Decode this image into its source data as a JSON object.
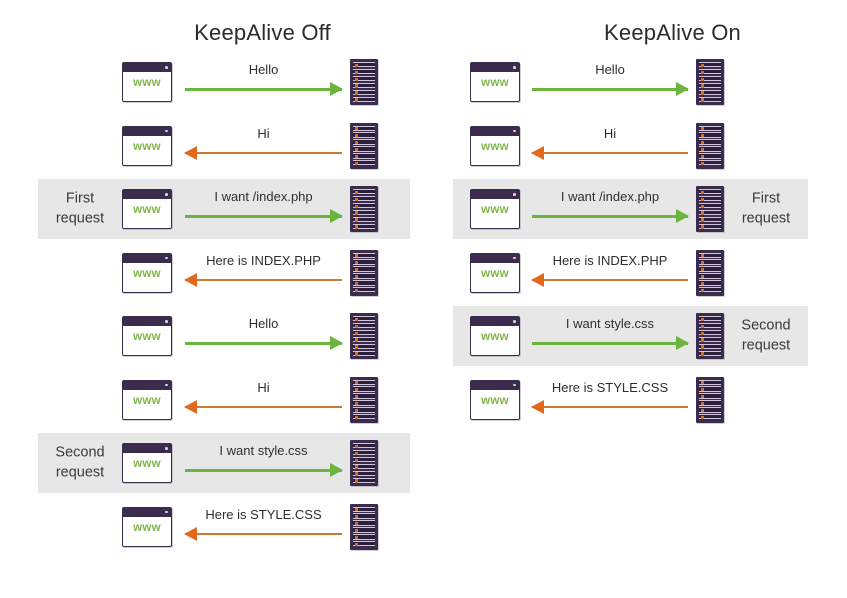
{
  "diagram": {
    "title_left": "KeepAlive Off",
    "title_right": "KeepAlive On",
    "colors": {
      "green_arrow": "#6cb33f",
      "orange_arrow": "#cc7a2e",
      "orange_arrow_head": "#e0691f",
      "server_purple": "#3b2c4d",
      "server_led": "#d2702a",
      "browser_www": "#7fb54a",
      "band_gray": "#e7e7e7",
      "text": "#2e2e2e",
      "background": "#ffffff"
    },
    "browser_label": "www",
    "labels": {
      "first_request": "First\nrequest",
      "second_request": "Second\nrequest"
    }
  },
  "left_column": {
    "title": "KeepAlive Off",
    "label_side": "left",
    "rows": [
      {
        "message": "Hello",
        "direction": "right",
        "color": "green",
        "highlighted": false,
        "label": ""
      },
      {
        "message": "Hi",
        "direction": "left",
        "color": "orange",
        "highlighted": false,
        "label": ""
      },
      {
        "message": "I want /index.php",
        "direction": "right",
        "color": "green",
        "highlighted": true,
        "label": "First\nrequest"
      },
      {
        "message": "Here is INDEX.PHP",
        "direction": "left",
        "color": "orange",
        "highlighted": false,
        "label": ""
      },
      {
        "message": "Hello",
        "direction": "right",
        "color": "green",
        "highlighted": false,
        "label": ""
      },
      {
        "message": "Hi",
        "direction": "left",
        "color": "orange",
        "highlighted": false,
        "label": ""
      },
      {
        "message": "I want style.css",
        "direction": "right",
        "color": "green",
        "highlighted": true,
        "label": "Second\nrequest"
      },
      {
        "message": "Here is STYLE.CSS",
        "direction": "left",
        "color": "orange",
        "highlighted": false,
        "label": ""
      }
    ]
  },
  "right_column": {
    "title": "KeepAlive On",
    "label_side": "right",
    "rows": [
      {
        "message": "Hello",
        "direction": "right",
        "color": "green",
        "highlighted": false,
        "label": ""
      },
      {
        "message": "Hi",
        "direction": "left",
        "color": "orange",
        "highlighted": false,
        "label": ""
      },
      {
        "message": "I want /index.php",
        "direction": "right",
        "color": "green",
        "highlighted": true,
        "label": "First\nrequest"
      },
      {
        "message": "Here is INDEX.PHP",
        "direction": "left",
        "color": "orange",
        "highlighted": false,
        "label": ""
      },
      {
        "message": "I want style.css",
        "direction": "right",
        "color": "green",
        "highlighted": true,
        "label": "Second\nrequest"
      },
      {
        "message": "Here is STYLE.CSS",
        "direction": "left",
        "color": "orange",
        "highlighted": false,
        "label": ""
      }
    ]
  }
}
